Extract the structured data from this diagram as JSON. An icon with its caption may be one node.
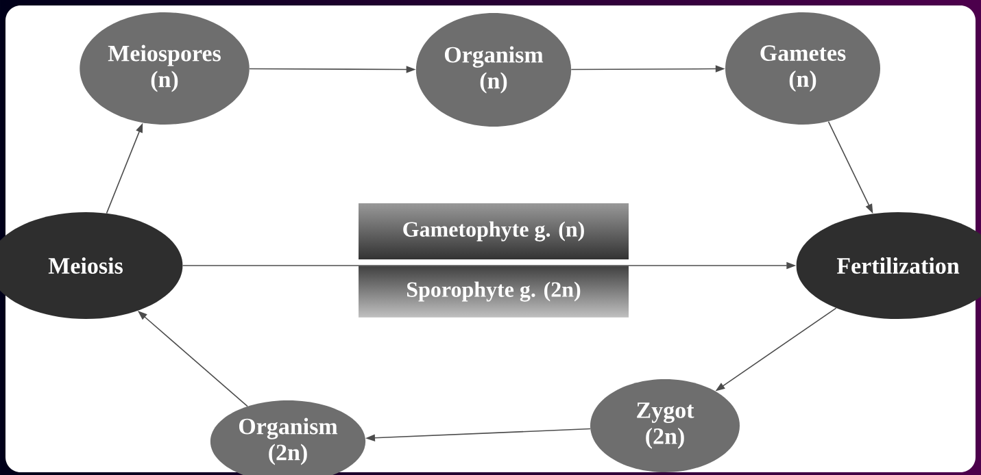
{
  "diagram": {
    "nodes": [
      {
        "text": [
          "Meiospores (n)"
        ]
      },
      {
        "text": [
          "Organism (n)"
        ]
      },
      {
        "text": [
          "Gametes (n)"
        ]
      },
      {
        "text": [
          "Meiosis"
        ]
      },
      {
        "text": [
          "Gametophyte g. (n)"
        ]
      },
      {
        "text": [
          "Sporophyte g. (2n)"
        ]
      },
      {
        "text": [
          "Fertilization"
        ]
      },
      {
        "text": [
          "Organism (2n)"
        ]
      },
      {
        "text": [
          "Zygot (2n)"
        ]
      }
    ],
    "edges": [
      {
        "from": 0,
        "to": 1,
        "arrow": "to"
      },
      {
        "from": 1,
        "to": 2,
        "arrow": "to"
      },
      {
        "from": 2,
        "to": 6,
        "arrow": "to"
      },
      {
        "from": 6,
        "to": 8,
        "arrow": "to"
      },
      {
        "from": 8,
        "to": 7,
        "arrow": "to"
      },
      {
        "from": 7,
        "to": 3,
        "arrow": "to"
      },
      {
        "from": 3,
        "to": 0,
        "arrow": "to"
      },
      {
        "from": 3,
        "to": 6,
        "arrow": "to"
      }
    ]
  }
}
